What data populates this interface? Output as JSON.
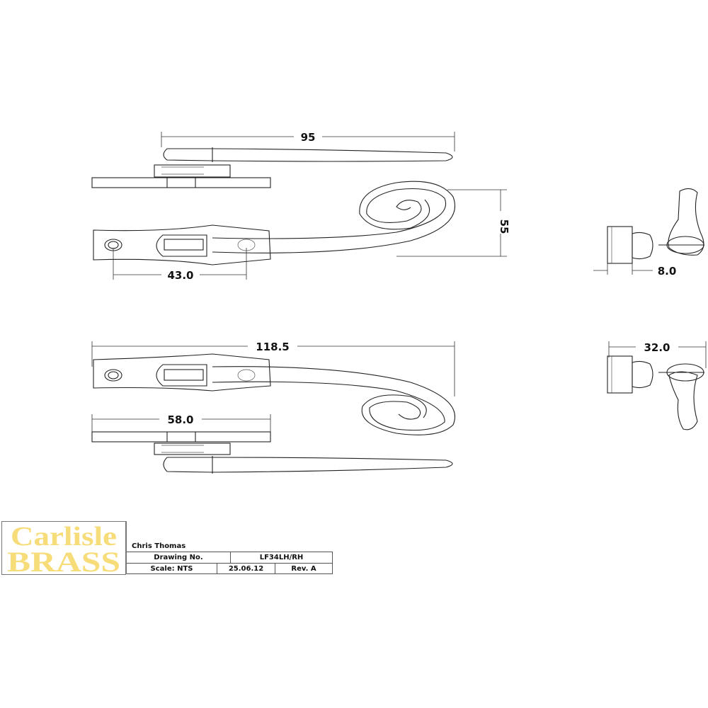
{
  "dimensions": {
    "top_length": "95",
    "scroll_height": "55",
    "fixing_centres_top": "43.0",
    "spindle_depth": "8.0",
    "overall_length": "118.5",
    "end_width": "32.0",
    "plate_length": "58.0"
  },
  "title_block": {
    "logo_line1": "Carlisle",
    "logo_line2": "BRASS",
    "logo_color": "#f7dc7a",
    "author": "Chris Thomas",
    "drawing_no_label": "Drawing No.",
    "drawing_no": "LF34LH/RH",
    "scale": "Scale: NTS",
    "date": "25.06.12",
    "revision": "Rev. A"
  }
}
